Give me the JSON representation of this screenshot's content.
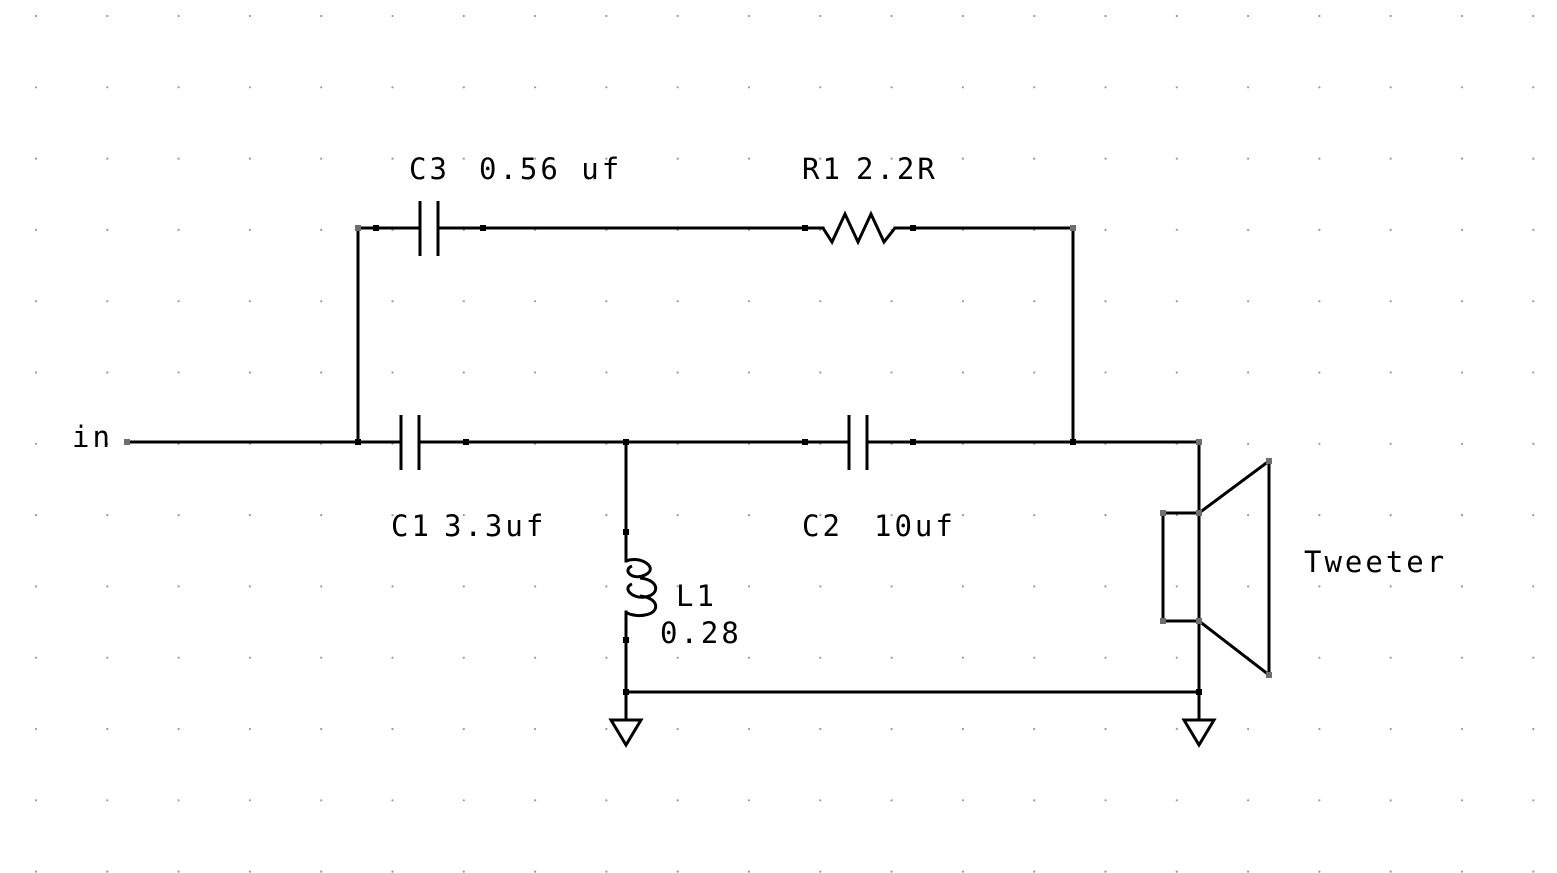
{
  "input": {
    "label": "in"
  },
  "components": {
    "c3": {
      "ref": "C3",
      "value": "0.56 uf"
    },
    "r1": {
      "ref": "R1",
      "value": "2.2R"
    },
    "c1": {
      "ref": "C1",
      "value": "3.3uf"
    },
    "c2": {
      "ref": "C2",
      "value": "10uf"
    },
    "l1": {
      "ref": "L1",
      "value": "0.28"
    },
    "speaker": {
      "label": "Tweeter"
    }
  },
  "colors": {
    "wire": "#000000",
    "background": "#ffffff",
    "grid": "#9a9a9a",
    "pin_marker": "#6e6e6e"
  }
}
